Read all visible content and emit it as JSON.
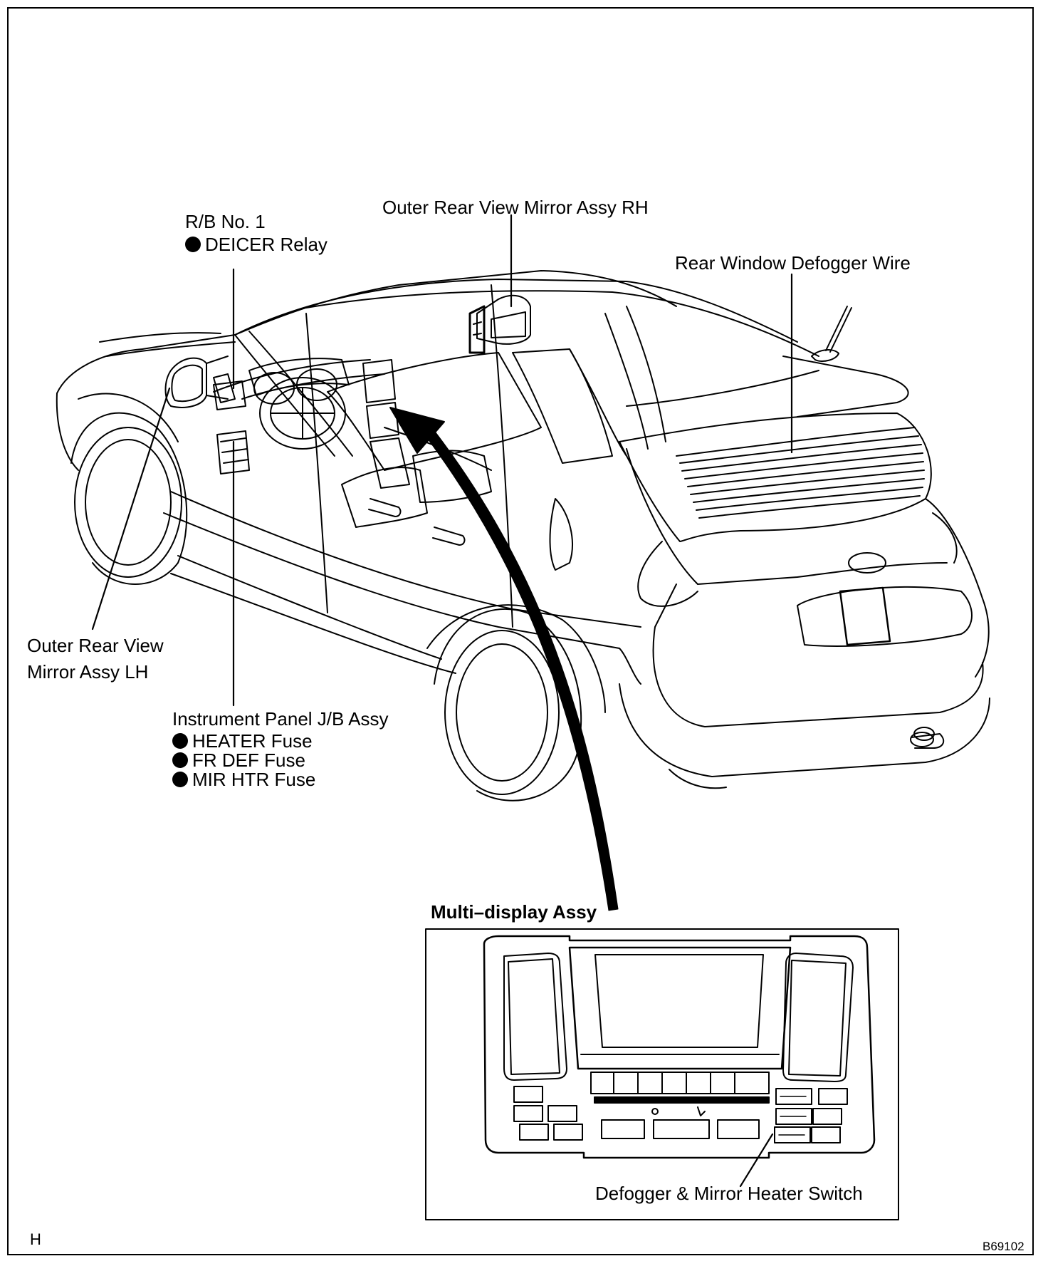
{
  "labels": {
    "rb_no1": "R/B No. 1",
    "deicer_relay": "DEICER Relay",
    "mirror_rh": "Outer Rear View Mirror Assy RH",
    "defogger_wire": "Rear Window Defogger Wire",
    "mirror_lh_line1": "Outer Rear View",
    "mirror_lh_line2": "Mirror Assy LH",
    "ip_jb": "Instrument Panel J/B Assy",
    "heater_fuse": "HEATER Fuse",
    "fr_def_fuse": "FR DEF Fuse",
    "mir_htr_fuse": "MIR HTR Fuse",
    "multi_display": "Multi–display Assy",
    "switch": "Defogger & Mirror Heater Switch"
  },
  "footer": {
    "left_code": "H",
    "figure_code": "B69102"
  }
}
